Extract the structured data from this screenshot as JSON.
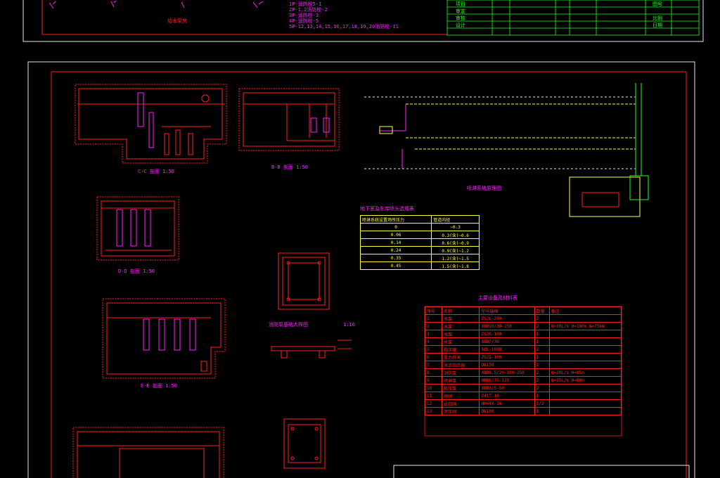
{
  "top_notes": [
    "1P-消防栓5-1",
    "2P-1,2消防栓-2",
    "3P-消防栓-3",
    "4P-消防栓-5",
    "5P-12,13,14,15,16,17,18,19,20消防栓-11"
  ],
  "top_label": "给水泵房",
  "sections": {
    "cc": "C-C 剖面  1:50",
    "bb": "B-B 剖面  1:50",
    "dd": "D-D 剖面  1:50",
    "ee": "E-E 剖面  1:50"
  },
  "pump_base_title": "消防泵基础大样图",
  "scale_1_10": "1:10",
  "system_diagram_title": "喷淋系统原理图",
  "pressure_table": {
    "title": "地下室及车库喷头选用表",
    "header": [
      "喷淋系统设置场所压力",
      "管道内径"
    ],
    "rows": [
      [
        "0",
        "~0.3"
      ],
      [
        "0.06",
        "0.3(含)~0.6"
      ],
      [
        "0.14",
        "0.6(含)~0.9"
      ],
      [
        "0.24",
        "0.9(含)~1.2"
      ],
      [
        "0.35",
        "1.2(含)~1.5"
      ],
      [
        "0.45",
        "1.5(含)~1.8"
      ]
    ]
  },
  "equipment_table": {
    "title": "主要设备及材料表",
    "header": [
      "序号",
      "名称",
      "型号规格",
      "数量",
      "备注"
    ],
    "rows": [
      [
        "1",
        "水泵",
        "ZSJL-200",
        "2",
        ""
      ],
      [
        "2",
        "水泵",
        "XBD10/30-150",
        "2",
        "Q=30L/s H=100m N=75kW"
      ],
      [
        "3",
        "水泵",
        "ZSJR-100",
        "1",
        ""
      ],
      [
        "4",
        "水泵",
        "XBD7/30",
        "1",
        ""
      ],
      [
        "5",
        "稳压罐",
        "SQL-1000",
        "2",
        ""
      ],
      [
        "6",
        "压力开关",
        "ZSJZ-100",
        "1",
        ""
      ],
      [
        "7",
        "水流指示器",
        "DN150",
        "1",
        ""
      ],
      [
        "8",
        "消防泵",
        "XBD8.5/20-100-250",
        "2",
        "Q=20L/s H=85m"
      ],
      [
        "9",
        "喷淋泵",
        "XBD8/35-125",
        "2",
        "Q=35L/s H=80m"
      ],
      [
        "10",
        "稳压泵",
        "XBD3/5-50",
        "2",
        ""
      ],
      [
        "11",
        "闸阀",
        "Z41T-16",
        "1",
        ""
      ],
      [
        "12",
        "止回阀",
        "HH44X-16",
        "1/2",
        ""
      ],
      [
        "13",
        "泄压阀",
        "DN100",
        "1",
        ""
      ]
    ]
  },
  "title_block_cells": [
    "项目",
    "审定",
    "审核",
    "设计",
    "图号",
    "比例",
    "日期"
  ]
}
